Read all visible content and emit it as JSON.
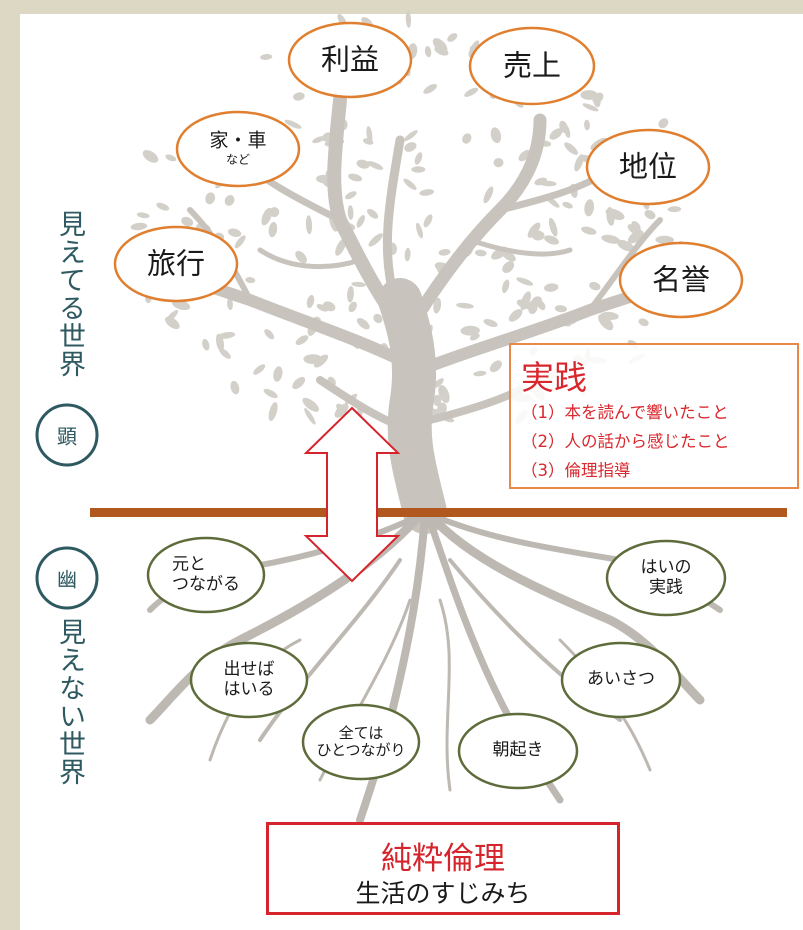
{
  "visible_world": {
    "label": "見えてる世界",
    "circle_char": "顕",
    "fruits": {
      "profit": "利益",
      "sales": "売上",
      "house_car": "家・車",
      "house_car_note": "など",
      "status": "地位",
      "travel": "旅行",
      "honor": "名誉"
    }
  },
  "invisible_world": {
    "label": "見えない世界",
    "circle_char": "幽",
    "roots": {
      "origin_line1": "元と",
      "origin_line2": "つながる",
      "hai_line1": "はいの",
      "hai_line2": "実践",
      "dase_line1": "出せば",
      "dase_line2": "はいる",
      "greeting": "あいさつ",
      "all_line1": "全ては",
      "all_line2": "ひとつながり",
      "early": "朝起き"
    }
  },
  "practice": {
    "title": "実践",
    "items": [
      "（1）本を読んで響いたこと",
      "（2）人の話から感じたこと",
      "（3）倫理指導"
    ]
  },
  "ethics": {
    "title": "純粋倫理",
    "subtitle": "生活のすじみち"
  },
  "colors": {
    "fruit_border": "#e07f2f",
    "root_border": "#5e6b3a",
    "circle_border": "#2e5961",
    "ground_line": "#b0581e",
    "arrow": "#d6242c",
    "tree": "#c8c4bd",
    "frame": "#ddd8c4"
  }
}
